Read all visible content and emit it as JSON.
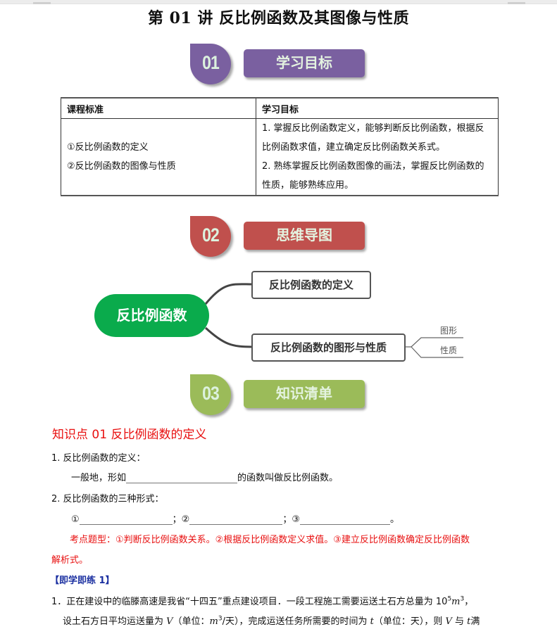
{
  "document": {
    "title": "第 01 讲  反比例函数及其图像与性质"
  },
  "sections": [
    {
      "number": "01",
      "label": "学习目标",
      "color": "#7a60a0"
    },
    {
      "number": "02",
      "label": "思维导图",
      "color": "#c0504d"
    },
    {
      "number": "03",
      "label": "知识清单",
      "color": "#9bbb59"
    }
  ],
  "objectives_table": {
    "headers": [
      "课程标准",
      "学习目标"
    ],
    "standards": [
      "①反比例函数的定义",
      "②反比例函数的图像与性质"
    ],
    "goals": [
      "1. 掌握反比例函数定义，能够判断反比例函数，根据反",
      "比例函数求值，建立确定反比例函数关系式。",
      "2. 熟练掌握反比例函数图像的画法，掌握反比例函数的",
      "性质，能够熟练应用。"
    ]
  },
  "mind_map": {
    "root": "反比例函数",
    "root_color": "#0aab4c",
    "branches": [
      {
        "label": "反比例函数的定义",
        "children": []
      },
      {
        "label": "反比例函数的图形与性质",
        "children": [
          "图形",
          "性质"
        ]
      }
    ]
  },
  "knowledge_point": {
    "title": "知识点 01    反比例函数的定义",
    "item1_heading": "1. 反比例函数的定义：",
    "item1_text_before": "一般地，形如",
    "item1_text_after": "的函数叫做反比例函数。",
    "item2_heading": "2.  反比例函数的三种形式：",
    "forms": [
      "①",
      "；②",
      "；③",
      "。"
    ],
    "exam_types_line1": "考点题型：①判断反比例函数关系。②根据反比例函数定义求值。③建立反比例函数确定反比例函数",
    "exam_types_line2": "解析式。",
    "practice_heading": "【即学即练 1】",
    "problem": {
      "number": "1．",
      "line1_text": "正在建设中的临滕高速是我省“十四五”重点建设项目．一段工程施工需要运送土石方总量为 ",
      "line1_value_base": "10",
      "line1_value_exp": "5",
      "line1_unit": "m",
      "line1_unit_exp": "3",
      "line1_end": "，",
      "line2_a": "设土石方日平均运送量为 ",
      "line2_var_V": "V",
      "line2_b": "（单位：",
      "line2_unit": "m",
      "line2_unit_exp": "3",
      "line2_c": "/天），完成运送任务所需要的时间为 ",
      "line2_var_t": "t",
      "line2_d": "（单位：天），则 ",
      "line2_var_V2": "V",
      "line2_e": " 与 ",
      "line2_var_t2": "t",
      "line2_f": "满"
    }
  }
}
